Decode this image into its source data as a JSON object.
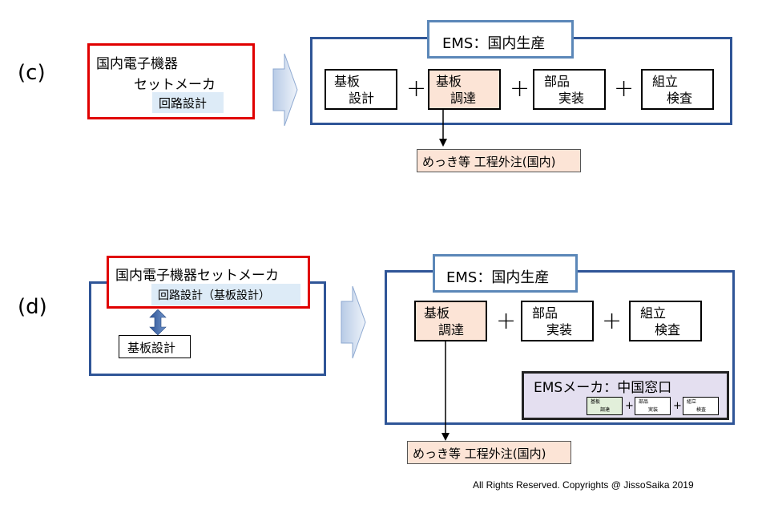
{
  "c": {
    "label": "(c)",
    "maker_line1": "国内電子機器",
    "maker_line2": "セットメーカ",
    "maker_circuit": "回路設計",
    "ems_title": "EMS：国内生産",
    "steps": [
      {
        "l1": "基板",
        "l2": "設計"
      },
      {
        "l1": "基板",
        "l2": "調達"
      },
      {
        "l1": "部品",
        "l2": "実装"
      },
      {
        "l1": "組立",
        "l2": "検査"
      }
    ],
    "outsource": "めっき等 工程外注(国内)"
  },
  "d": {
    "label": "(d)",
    "maker_title": "国内電子機器セットメーカ",
    "maker_circuit": "回路設計（基板設計）",
    "board_design": "基板設計",
    "ems_title": "EMS：国内生産",
    "steps": [
      {
        "l1": "基板",
        "l2": "調達"
      },
      {
        "l1": "部品",
        "l2": "実装"
      },
      {
        "l1": "組立",
        "l2": "検査"
      }
    ],
    "china_title": "EMSメーカ：中国窓口",
    "china_steps": [
      {
        "l1": "基板",
        "l2": "調達"
      },
      {
        "l1": "部品",
        "l2": "実装"
      },
      {
        "l1": "組立",
        "l2": "検査"
      }
    ],
    "outsource": "めっき等 工程外注(国内)"
  },
  "plus": "+",
  "copyright": "All Rights Reserved. Copyrights @ JissoSaika 2019",
  "colors": {
    "blue_frame": "#2f5597",
    "red_frame": "#e00000",
    "peach": "#fce4d6",
    "light_blue": "#ddebf7",
    "china_bg": "#e4dff0"
  }
}
